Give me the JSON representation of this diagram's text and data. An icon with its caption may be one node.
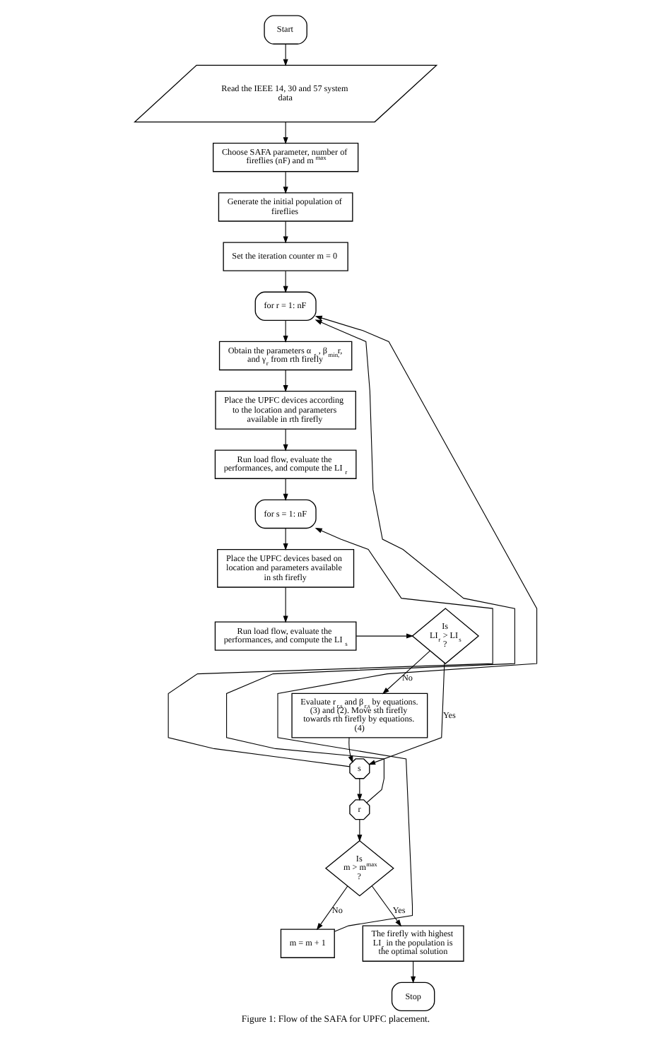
{
  "diagram": {
    "caption": "Figure 1: Flow of the SAFA for UPFC placement.",
    "nodes": [
      {
        "text": [
          "Start"
        ]
      },
      {
        "text": [
          "Read the IEEE 14, 30 and 57 system data"
        ]
      },
      {
        "text": [
          "Choose SAFA parameter, number of fireflies (nF) and m$^{max}$"
        ]
      },
      {
        "text": [
          "Generate the initial population of fireflies"
        ]
      },
      {
        "text": [
          "Set the iteration counter m = 0"
        ]
      },
      {
        "text": [
          "for r = 1: nF"
        ]
      },
      {
        "text": [
          "Obtain the parameters α$_{r}$ , β$_{min,}$r, and γ$_{r}$ from rth firefly"
        ]
      },
      {
        "text": [
          "Place the UPFC devices according to the location and parameters available in rth firefly"
        ]
      },
      {
        "text": [
          "Run load flow, evaluate the performances, and compute the LI$_{r}$"
        ]
      },
      {
        "text": [
          "for s = 1: nF"
        ]
      },
      {
        "text": [
          "Place the UPFC devices based on location and parameters available in sth firefly"
        ]
      },
      {
        "text": [
          "Run load flow, evaluate the performances, and compute the LI$_{s}$"
        ]
      },
      {
        "text": [
          "Is LI$_{r}$ > LI$_{s}$ ?"
        ]
      },
      {
        "text": [
          "Evaluate r$_{r,s}$ and β$_{r,s}$ by equations. (3) and (2). Move sth firefly towards rth firefly by equations. (4)"
        ]
      },
      {
        "text": [
          "s"
        ]
      },
      {
        "text": [
          "r"
        ]
      },
      {
        "text": [
          "Is m > m$^{max}$ ?"
        ]
      },
      {
        "text": [
          "m = m + 1"
        ]
      },
      {
        "text": [
          "The firefly with highest LI$_{r}$ in the population is the optimal solution"
        ]
      },
      {
        "text": [
          "Stop"
        ]
      }
    ],
    "edges": [
      {
        "from": 0,
        "to": 1,
        "arrow": "to"
      },
      {
        "from": 1,
        "to": 2,
        "arrow": "to"
      },
      {
        "from": 2,
        "to": 3,
        "arrow": "to"
      },
      {
        "from": 3,
        "to": 4,
        "arrow": "to"
      },
      {
        "from": 4,
        "to": 5,
        "arrow": "to"
      },
      {
        "from": 5,
        "to": 6,
        "arrow": "to"
      },
      {
        "from": 6,
        "to": 7,
        "arrow": "to"
      },
      {
        "from": 7,
        "to": 8,
        "arrow": "to"
      },
      {
        "from": 8,
        "to": 9,
        "arrow": "to"
      },
      {
        "from": 9,
        "to": 10,
        "arrow": "to"
      },
      {
        "from": 10,
        "to": 11,
        "arrow": "to"
      },
      {
        "from": 11,
        "to": 12,
        "arrow": "to"
      },
      {
        "from": 12,
        "to": 13,
        "arrow": "to",
        "label": "No"
      },
      {
        "from": 13,
        "to": 14,
        "arrow": "to"
      },
      {
        "from": 12,
        "to": 14,
        "arrow": "to",
        "label": "Yes"
      },
      {
        "from": 14,
        "to": 9,
        "arrow": "to"
      },
      {
        "from": 14,
        "to": 15,
        "arrow": "to"
      },
      {
        "from": 15,
        "to": 5,
        "arrow": "to"
      },
      {
        "from": 15,
        "to": 16,
        "arrow": "to"
      },
      {
        "from": 16,
        "to": 17,
        "arrow": "to",
        "label": "No"
      },
      {
        "from": 17,
        "to": 5,
        "arrow": "to"
      },
      {
        "from": 16,
        "to": 18,
        "arrow": "to",
        "label": "Yes"
      },
      {
        "from": 18,
        "to": 19,
        "arrow": "to"
      }
    ]
  }
}
